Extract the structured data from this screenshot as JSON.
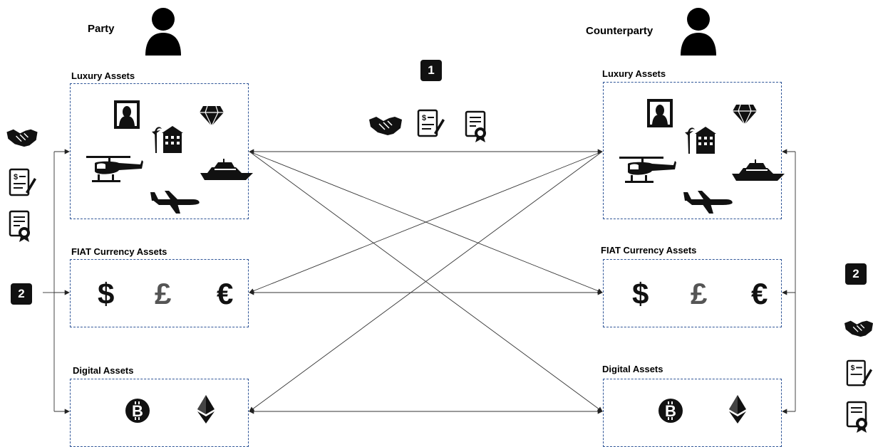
{
  "party": {
    "label": "Party",
    "icon": "person-icon"
  },
  "counterparty": {
    "label": "Counterparty",
    "icon": "person-icon"
  },
  "groups": {
    "luxury": "Luxury Assets",
    "fiat": "FIAT Currency Assets",
    "digital": "Digital Assets"
  },
  "steps": {
    "center": "1",
    "left": "2",
    "right": "2"
  },
  "fiat_symbols": [
    "$",
    "£",
    "€"
  ],
  "luxury_icons": [
    "painting-icon",
    "diamond-icon",
    "villa-icon",
    "helicopter-icon",
    "yacht-icon",
    "jet-icon"
  ],
  "digital_icons": [
    "bitcoin-icon",
    "ethereum-icon"
  ],
  "agreement_icons": [
    "handshake-icon",
    "contract-icon",
    "certificate-icon"
  ],
  "colors": {
    "box_border": "#2f5597",
    "ink": "#111111",
    "line": "#333333"
  }
}
